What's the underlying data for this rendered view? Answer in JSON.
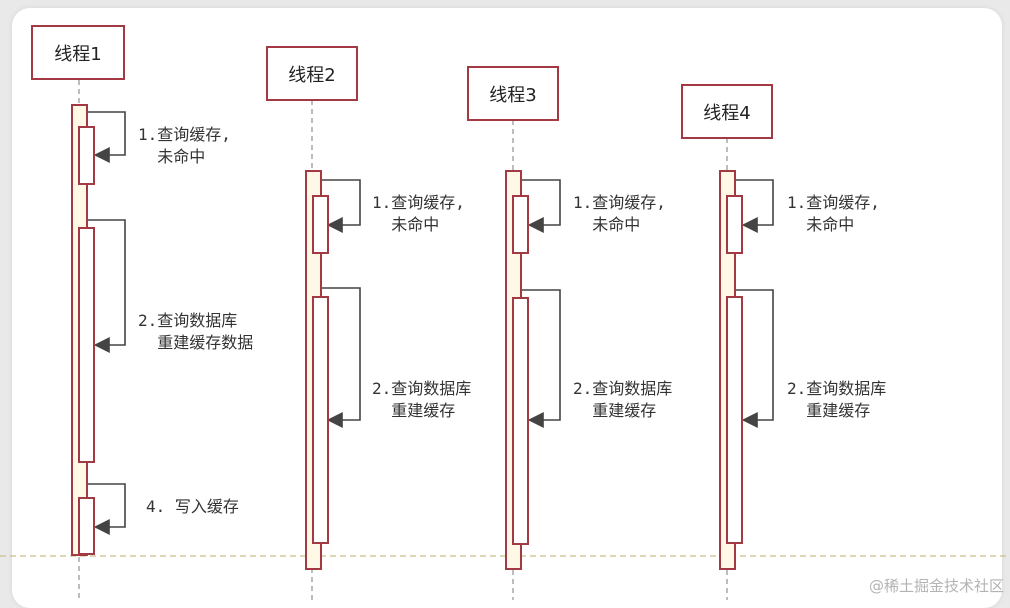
{
  "threads": [
    {
      "name": "线程1",
      "notes": {
        "query_cache": "1.查询缓存,\n  未命中",
        "rebuild": "2.查询数据库\n  重建缓存数据",
        "write": "4. 写入缓存"
      }
    },
    {
      "name": "线程2",
      "notes": {
        "query_cache": "1.查询缓存,\n  未命中",
        "rebuild": "2.查询数据库\n  重建缓存"
      }
    },
    {
      "name": "线程3",
      "notes": {
        "query_cache": "1.查询缓存,\n  未命中",
        "rebuild": "2.查询数据库\n  重建缓存"
      }
    },
    {
      "name": "线程4",
      "notes": {
        "query_cache": "1.查询缓存,\n  未命中",
        "rebuild": "2.查询数据库\n  重建缓存"
      }
    }
  ],
  "watermark": "@稀土掘金技术社区",
  "colors": {
    "box_border": "#a33a43",
    "activation_fill": "#fff8e6",
    "guide_line": "#c7c18a",
    "arrow": "#444444"
  }
}
